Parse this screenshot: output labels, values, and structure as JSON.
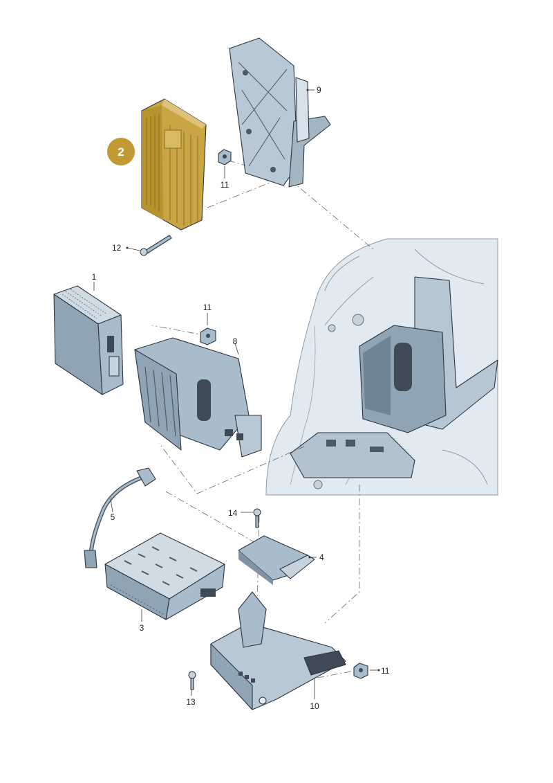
{
  "diagram": {
    "highlighted_part": "2",
    "colors": {
      "highlight_fill": "#c9a544",
      "highlight_badge": "#c19a33",
      "part_face": "#a9bccb",
      "part_dark": "#6f8496",
      "part_light": "#d7e1ea",
      "vehicle_bg": "#e2eaf1"
    },
    "labels": {
      "p1": "1",
      "p2": "2",
      "p3": "3",
      "p4": "4",
      "p5": "5",
      "p8": "8",
      "p9": "9",
      "p10": "10",
      "p11_top": "11",
      "p11_mid": "11",
      "p11_bot": "11",
      "p12": "12",
      "p13": "13",
      "p14": "14"
    }
  }
}
